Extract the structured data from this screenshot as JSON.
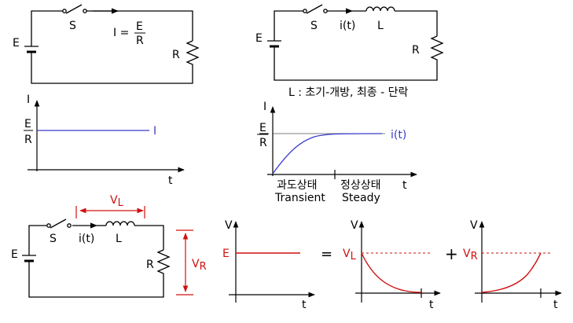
{
  "circuit1": {
    "E": "E",
    "S": "S",
    "ohm_left": "I = ",
    "ohm_num": "E",
    "ohm_den": "R",
    "R": "R"
  },
  "circuit2": {
    "E": "E",
    "S": "S",
    "i": "i(t)",
    "L": "L",
    "R": "R",
    "note": "L : 초기-개방, 최종 - 단락"
  },
  "graph1": {
    "y_axis": "I",
    "level_num": "E",
    "level_den": "R",
    "curve": "I",
    "x_axis": "t"
  },
  "graph2": {
    "y_axis": "I",
    "level_num": "E",
    "level_den": "R",
    "curve": "i(t)",
    "x_axis": "t",
    "transient_ko": "과도상태",
    "transient_en": "Transient",
    "steady_ko": "정상상태",
    "steady_en": "Steady"
  },
  "circuit3": {
    "E": "E",
    "S": "S",
    "i": "i(t)",
    "L": "L",
    "R": "R",
    "VL": "V",
    "VL_sub": "L",
    "VR": "V",
    "VR_sub": "R"
  },
  "graph3": {
    "y_axis": "V",
    "level": "E",
    "x_axis": "t"
  },
  "graph4": {
    "y_axis": "V",
    "level": "V",
    "level_sub": "L",
    "x_axis": "t"
  },
  "graph5": {
    "y_axis": "V",
    "level": "V",
    "level_sub": "R",
    "x_axis": "t"
  },
  "ops": {
    "equals": "=",
    "plus": "+"
  },
  "colors": {
    "wire": "#000000",
    "blue": "#3a3acc",
    "red": "#d01010"
  }
}
